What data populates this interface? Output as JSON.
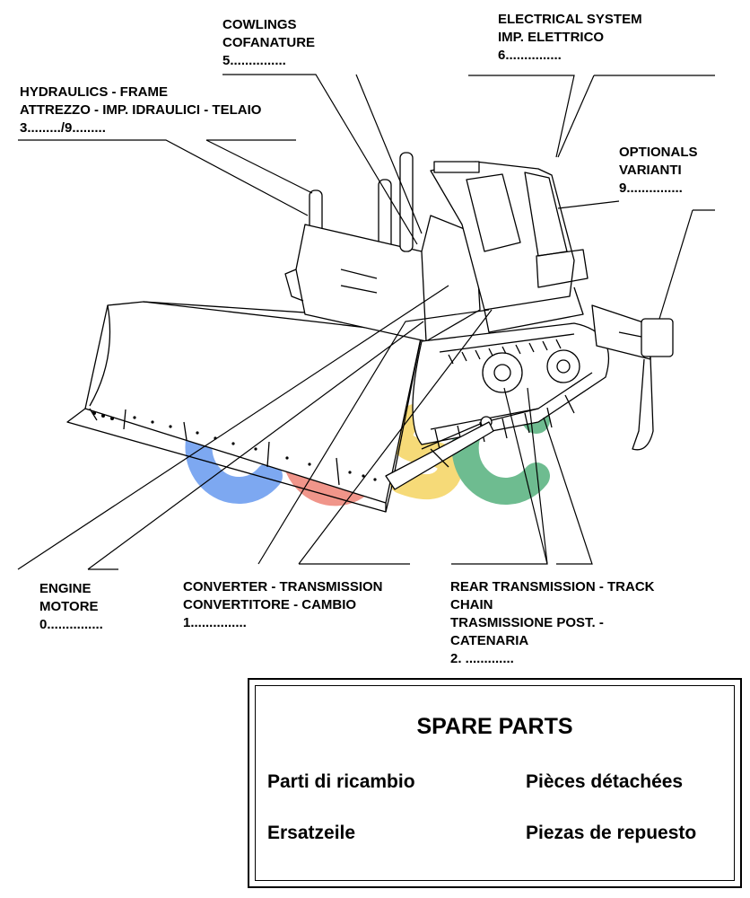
{
  "callouts": {
    "cowlings": {
      "line1": "COWLINGS",
      "line2": "COFANATURE",
      "ref": "5..............."
    },
    "electrical": {
      "line1": "ELECTRICAL SYSTEM",
      "line2": "IMP. ELETTRICO",
      "ref": "6..............."
    },
    "hydraulics": {
      "line1": "HYDRAULICS - FRAME",
      "line2": "ATTREZZO - IMP. IDRAULICI - TELAIO",
      "ref": "3........./9........."
    },
    "optionals": {
      "line1": "OPTIONALS",
      "line2": "VARIANTI",
      "ref": "9..............."
    },
    "engine": {
      "line1": "ENGINE",
      "line2": "MOTORE",
      "ref": "0..............."
    },
    "converter": {
      "line1": "CONVERTER - TRANSMISSION",
      "line2": "CONVERTITORE - CAMBIO",
      "ref": "1..............."
    },
    "rear": {
      "line1": "REAR TRANSMISSION - TRACK",
      "line2": "CHAIN",
      "line3": "TRASMISSIONE POST. -",
      "line4": "CATENARIA",
      "ref": "2. ............."
    }
  },
  "spare_box": {
    "title": "SPARE PARTS",
    "italian": "Parti di ricambio",
    "french": "Pièces détachées",
    "german": "Ersatzeile",
    "spanish": "Piezas de repuesto"
  },
  "watermark": {
    "colors": [
      "#6f9ff0",
      "#ef8a7e",
      "#f6d76a",
      "#5fb585"
    ]
  }
}
